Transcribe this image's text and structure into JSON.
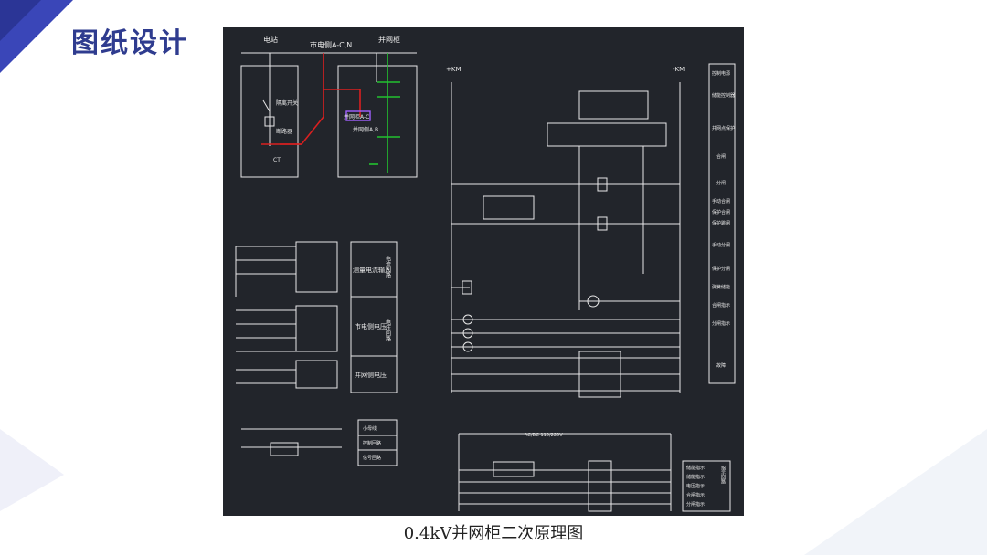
{
  "slide": {
    "title": "图纸设计",
    "caption": "0.4kV并网柜二次原理图"
  },
  "colors": {
    "title": "#2f3c8f",
    "drawing_bg": "#22252b",
    "line_white": "#e8e8e8",
    "line_red": "#d92020",
    "line_green": "#22c230",
    "accent_blue": "#3a46b8"
  },
  "diagram": {
    "top_labels": [
      "电站",
      "市电侧A-C,N",
      "并网柜"
    ],
    "top_left_box": [
      "隔离开关",
      "断路器",
      "CT"
    ],
    "top_right_box": [
      "并网柜A-C",
      "并网侧A,B"
    ],
    "ct_box_label": "测量电流输入",
    "voltage_labels": [
      "市电侧电压",
      "并网侧电压"
    ],
    "voltage_side": "电压回路",
    "current_side": "电流回路",
    "right_panel": [
      "控制电源",
      "储能控制器",
      "并网点保护",
      "合闸",
      "分闸",
      "手动合闸",
      "保护合闸",
      "保护跳闸",
      "手动分闸",
      "保护分闸",
      "弹簧储能",
      "合闸指示",
      "分闸指示",
      "故障"
    ],
    "bottom_left_legend": [
      "小母线",
      "控制回路",
      "信号回路"
    ],
    "bottom_right_legend": [
      "储能指示",
      "储能指示",
      "电压指示",
      "合闸指示",
      "分闸指示"
    ],
    "bottom_right_side": "指示回路",
    "top_terminal_left": "+KM",
    "top_terminal_right": "-KM",
    "ac_label": "AC/DC 110/220V"
  }
}
